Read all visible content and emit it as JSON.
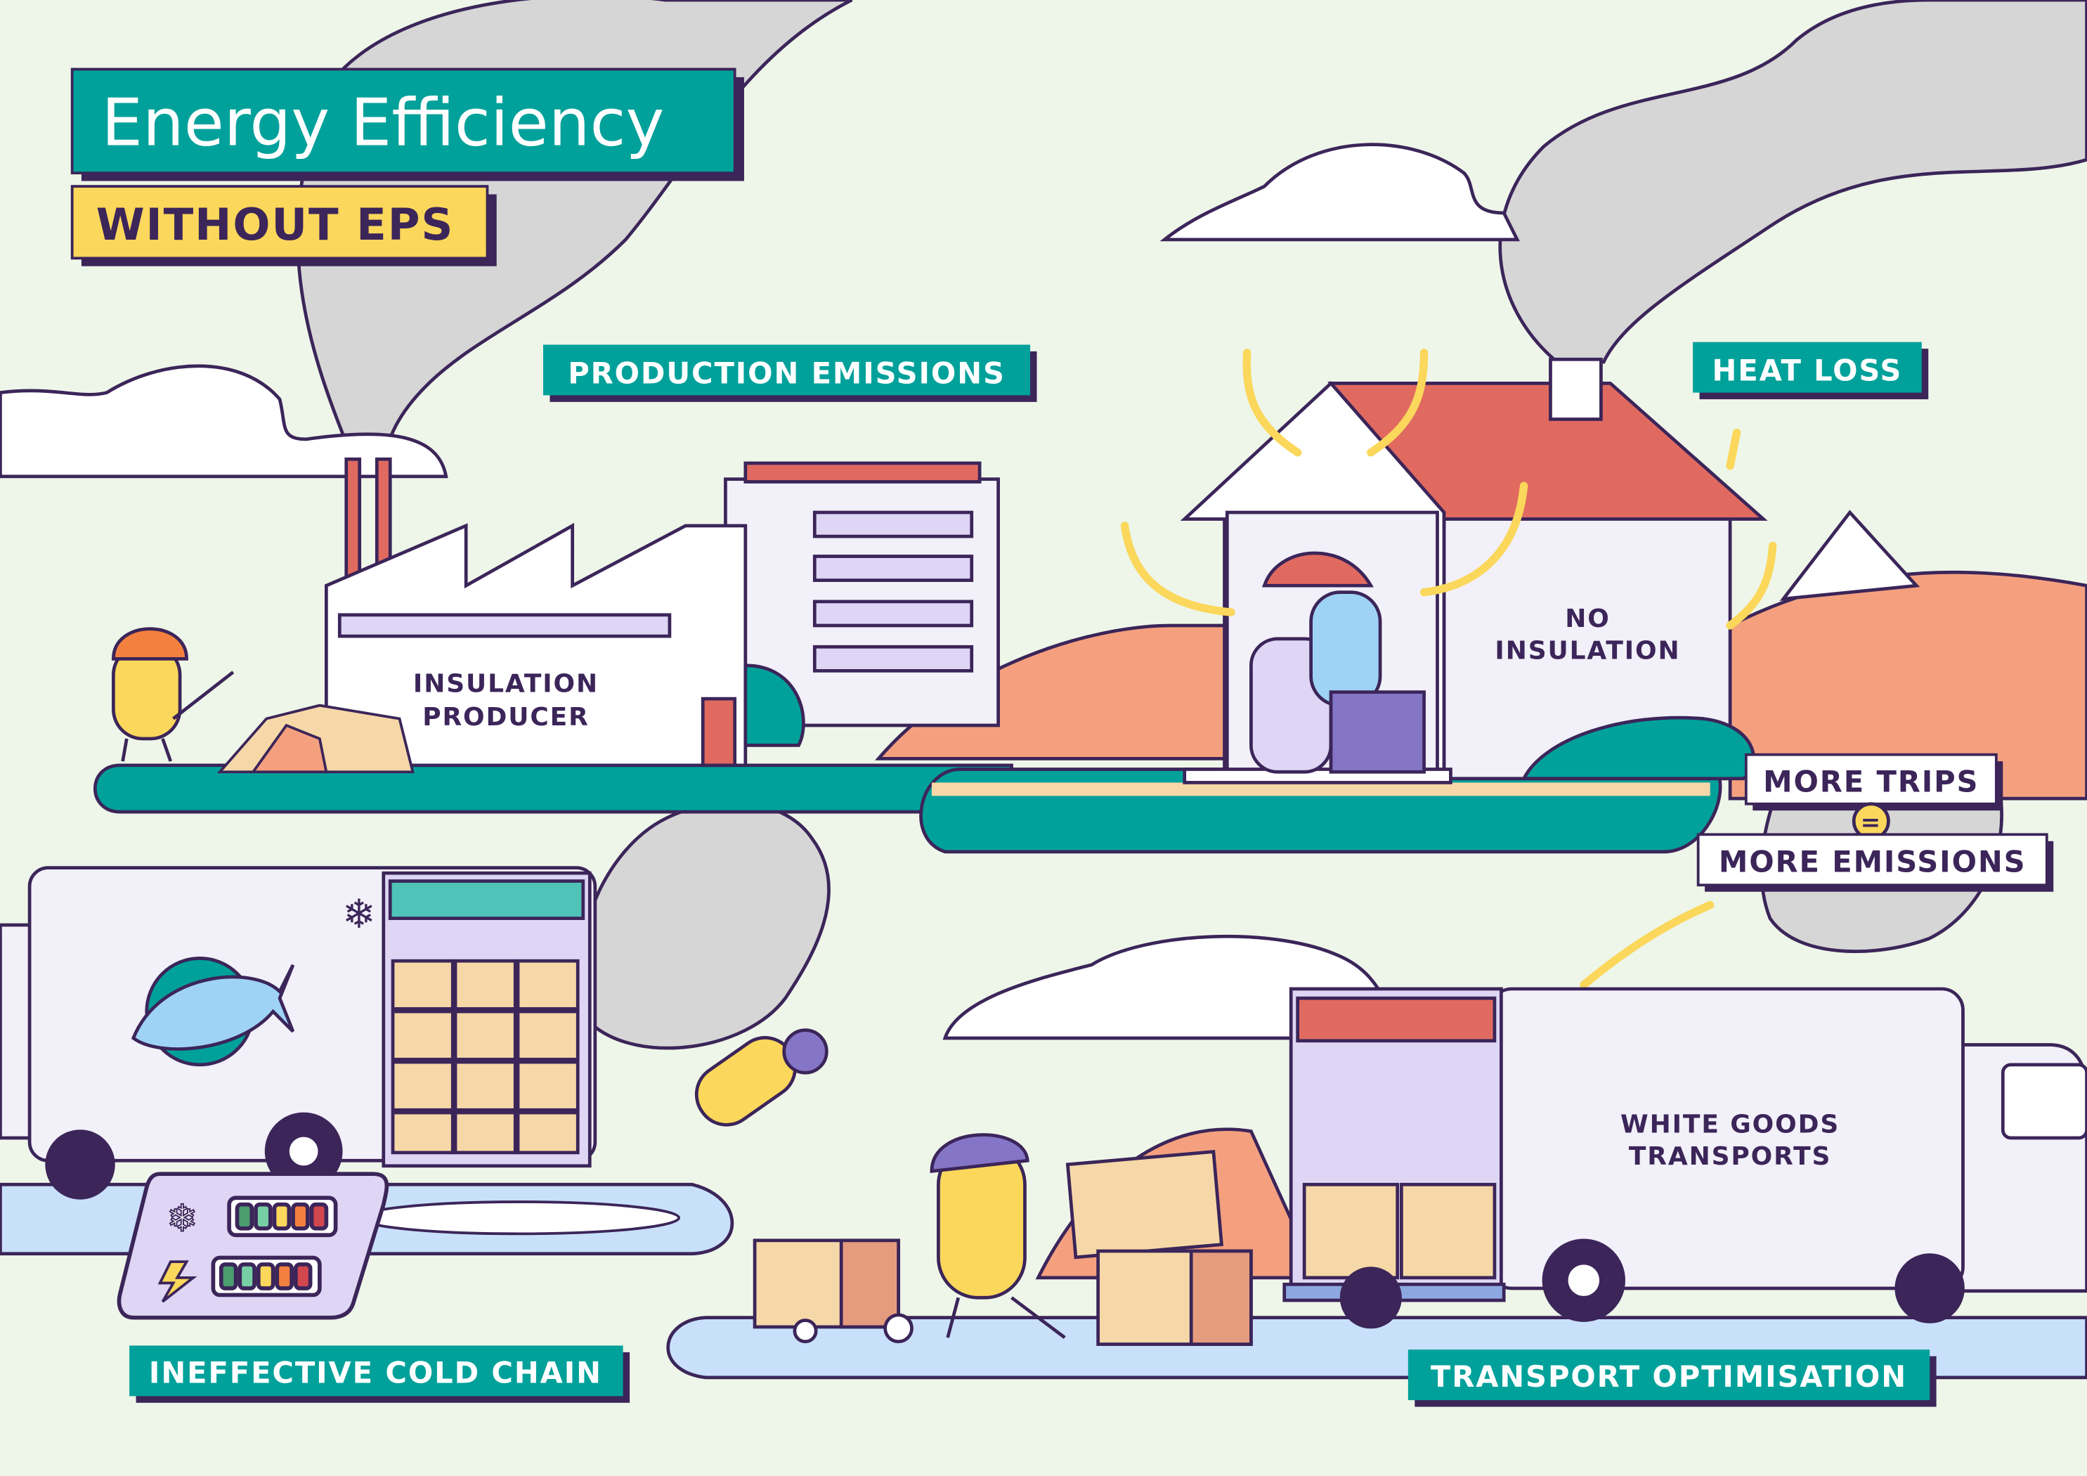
{
  "title": "Energy Efficiency",
  "subtitle": "WITHOUT EPS",
  "labels": {
    "production_emissions": "PRODUCTION EMISSIONS",
    "heat_loss": "HEAT LOSS",
    "more_trips": "MORE TRIPS",
    "equals": "=",
    "more_emissions": "MORE EMISSIONS",
    "cold_chain": "INEFFECTIVE COLD CHAIN",
    "transport": "TRANSPORT OPTIMISATION"
  },
  "scene_text": {
    "factory_line1": "INSULATION",
    "factory_line2": "PRODUCER",
    "house_line1": "NO",
    "house_line2": "INSULATION",
    "truck_line1": "WHITE GOODS",
    "truck_line2": "TRANSPORTS"
  },
  "colors": {
    "background": "#eef6e9",
    "teal": "#00a19a",
    "yellow": "#fbd75b",
    "outline": "#3b2559",
    "smoke": "#d6d6d6",
    "roof": "#e06a60",
    "hill": "#f4a07f",
    "road": "#c9e0fb",
    "lavender": "#ded6f4"
  }
}
